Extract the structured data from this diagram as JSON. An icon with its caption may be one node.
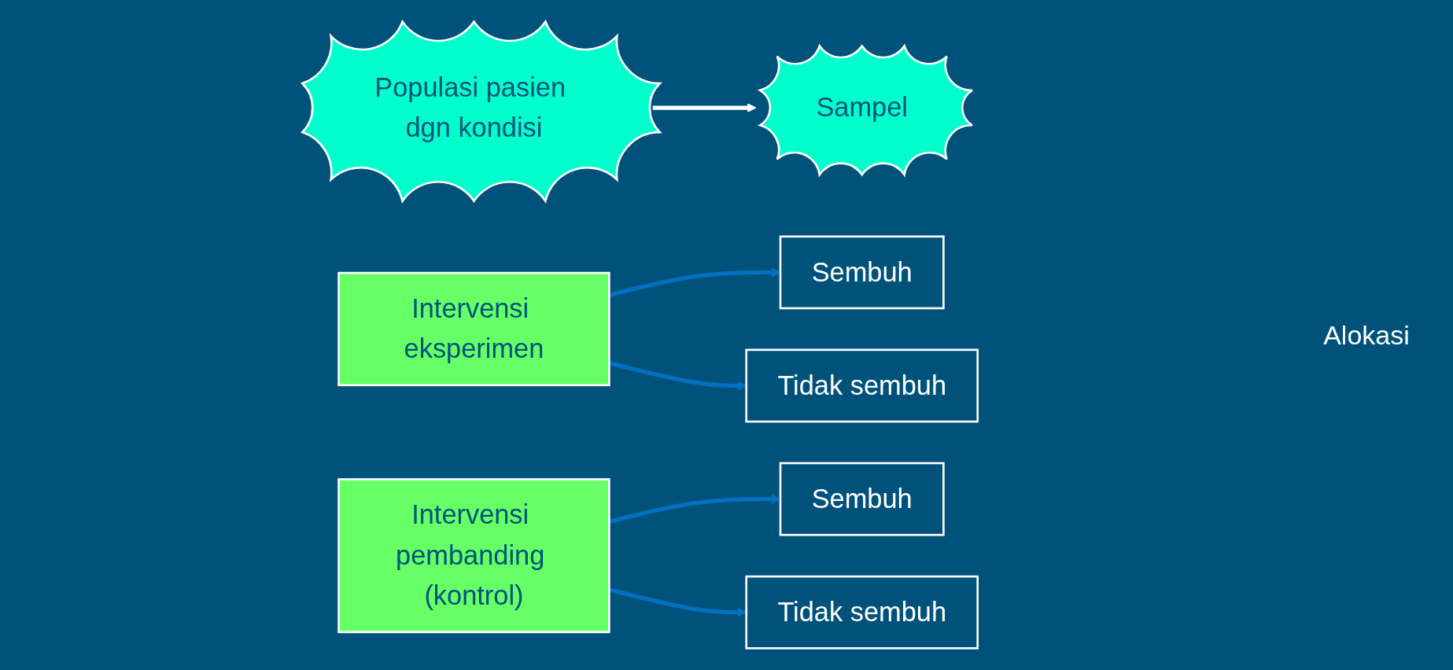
{
  "diagram": {
    "nodes": [
      {
        "text": [
          "Populasi pasien dgn kondisi"
        ]
      },
      {
        "text": [
          "Sampel"
        ]
      },
      {
        "text": [
          "Intervensi eksperimen"
        ]
      },
      {
        "text": [
          "Intervensi pembanding (kontrol)"
        ]
      },
      {
        "text": [
          "Sembuh"
        ]
      },
      {
        "text": [
          "Tidak sembuh"
        ]
      },
      {
        "text": [
          "Sembuh"
        ]
      },
      {
        "text": [
          "Tidak sembuh"
        ]
      }
    ],
    "edges": [
      {
        "from": 0,
        "to": 1,
        "arrow": "to",
        "color": "#ffffff"
      },
      {
        "from": 2,
        "to": 4,
        "arrow": "to"
      },
      {
        "from": 2,
        "to": 5,
        "arrow": "to"
      },
      {
        "from": 3,
        "to": 6,
        "arrow": "to"
      },
      {
        "from": 3,
        "to": 7,
        "arrow": "to"
      }
    ],
    "labels": [
      "Alokasi"
    ]
  }
}
